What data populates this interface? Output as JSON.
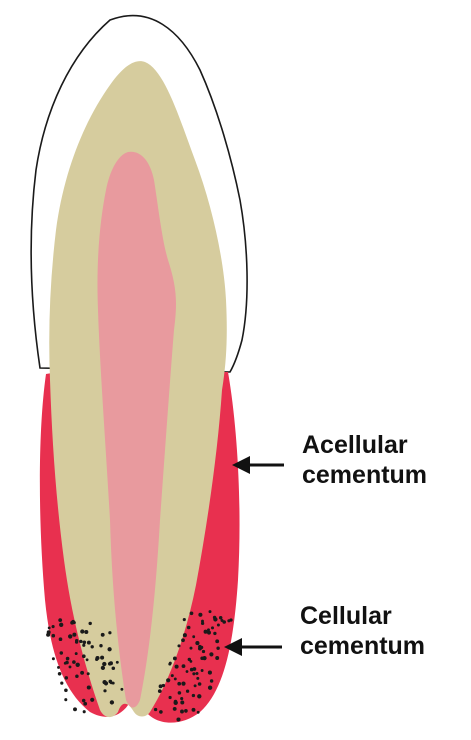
{
  "labels": {
    "acellular": {
      "line1": "Acellular",
      "line2": "cementum"
    },
    "cellular": {
      "line1": "Cellular",
      "line2": "cementum"
    }
  },
  "colors": {
    "enamel_fill": "#ffffff",
    "outline": "#1a1a1a",
    "dentin": "#d6cc9e",
    "pulp": "#e89a9e",
    "cementum": "#e8304f",
    "cell_dots": "#1a1a1a",
    "arrow": "#111111",
    "text": "#111111"
  }
}
